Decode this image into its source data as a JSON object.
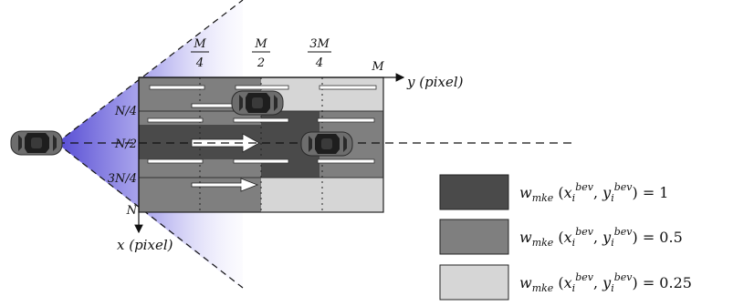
{
  "axes": {
    "y_label": "y (pixel)",
    "x_label": "x (pixel)",
    "top_ticks": [
      {
        "num": "M",
        "den": "4"
      },
      {
        "num": "M",
        "den": "2"
      },
      {
        "num": "3M",
        "den": "4"
      },
      {
        "label": "M"
      }
    ],
    "left_ticks": [
      "N/4",
      "N/2",
      "3N/4",
      "N"
    ]
  },
  "weight_map": {
    "colors": {
      "dark": "#4a4a4a",
      "medium": "#7f7f7f",
      "light": "#d6d6d6"
    }
  },
  "legend": [
    {
      "color": "#4a4a4a",
      "fn": "w",
      "fn_sub": "mke",
      "x": "x",
      "x_sub": "i",
      "x_sup": "bev",
      "y": "y",
      "y_sub": "i",
      "y_sup": "bev",
      "value": "1"
    },
    {
      "color": "#7f7f7f",
      "fn": "w",
      "fn_sub": "mke",
      "x": "x",
      "x_sub": "i",
      "x_sup": "bev",
      "y": "y",
      "y_sub": "i",
      "y_sup": "bev",
      "value": "0.5"
    },
    {
      "color": "#d6d6d6",
      "fn": "w",
      "fn_sub": "mke",
      "x": "x",
      "x_sub": "i",
      "x_sup": "bev",
      "y": "y",
      "y_sub": "i",
      "y_sup": "bev",
      "value": "0.25"
    }
  ],
  "icons": [
    "ego-car-icon",
    "car-icon",
    "car-icon",
    "lane-arrow-icon"
  ]
}
